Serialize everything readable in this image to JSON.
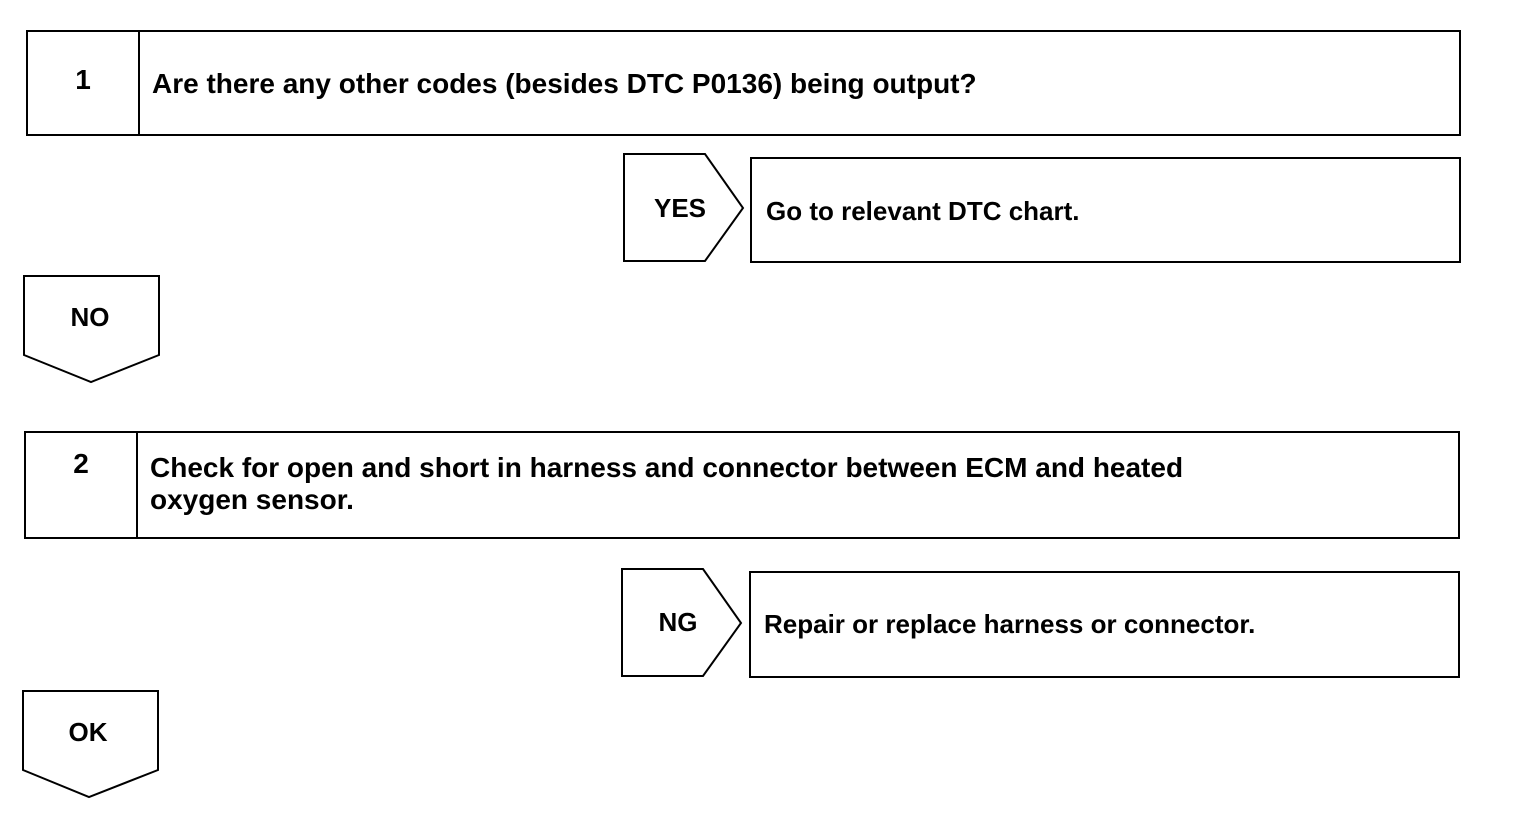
{
  "steps": [
    {
      "number": "1",
      "question": "Are there any other codes (besides DTC P0136) being output?"
    },
    {
      "number": "2",
      "question_line1": "Check for open and short in harness and connector between ECM and heated",
      "question_line2": "oxygen sensor."
    }
  ],
  "branches": {
    "yes": {
      "label": "YES",
      "action": "Go to relevant DTC chart."
    },
    "no": {
      "label": "NO"
    },
    "ng": {
      "label": "NG",
      "action": "Repair or replace harness or connector."
    },
    "ok": {
      "label": "OK"
    }
  }
}
